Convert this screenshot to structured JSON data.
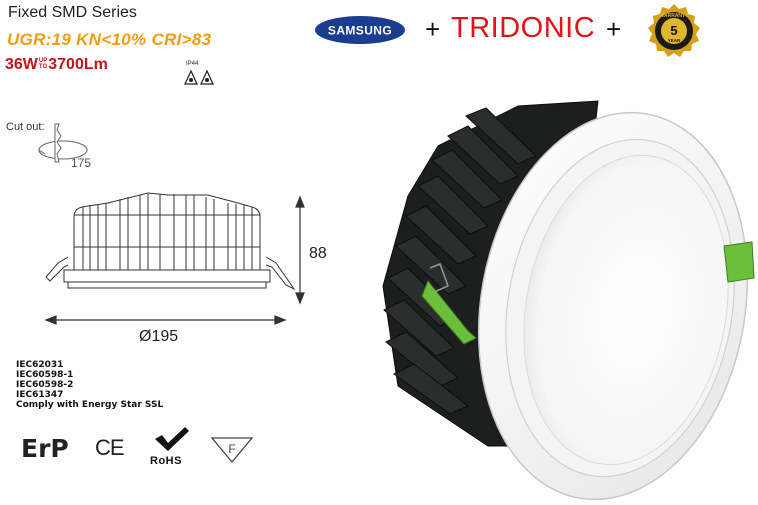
{
  "header": {
    "series": "Fixed SMD Series",
    "specs": "UGR:19  KN<10%  CRI>83",
    "power_prefix": "36W",
    "power_up": "UP",
    "power_to": "TO",
    "power_suffix": "3700Lm",
    "ip_rating": "IP44"
  },
  "partners": {
    "samsung": "SAMSUNG",
    "plus": "+",
    "tridonic": "TRIDONIC",
    "warranty_top": "WARRANTY",
    "warranty_number": "5",
    "warranty_year": "YEAR"
  },
  "drawing": {
    "cut_out_label": "Cut out:",
    "cut_out_value": "175",
    "height_value": "88",
    "diameter_value": "Ø195"
  },
  "standards": [
    "IEC62031",
    "IEC60598-1",
    "IEC60598-2",
    "IEC61347",
    "Comply with Energy Star SSL"
  ],
  "certs": {
    "erp": "ErP",
    "ce": "CE",
    "rohs": "RoHS",
    "f_mark": "F"
  },
  "colors": {
    "spec_orange": "#f39c12",
    "power_red": "#c0161f",
    "tridonic_red": "#e0141a",
    "clip_green": "#6cbf3a",
    "heatsink": "#1d1f1e",
    "samsung_blue": "#1a3d8f",
    "warranty_gold": "#d4a017"
  }
}
